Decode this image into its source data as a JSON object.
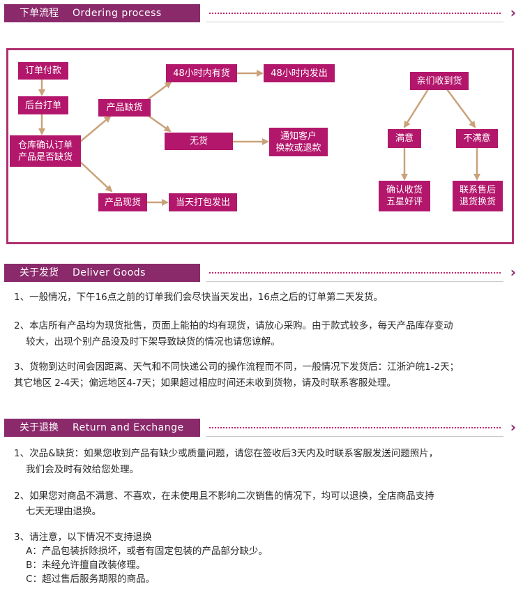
{
  "sections": {
    "ordering": {
      "zh": "下单流程",
      "en": "Ordering process"
    },
    "deliver": {
      "zh": "关于发货",
      "en": "Deliver Goods"
    },
    "return": {
      "zh": "关于退换",
      "en": "Return and Exchange"
    }
  },
  "flow": {
    "order_payment": "订单付款",
    "backend_print": "后台打单",
    "warehouse_check": "仓库确认订单\n产品是否缺货",
    "out_of_stock": "产品缺货",
    "in_stock_48h": "48小时内有货",
    "ship_48h": "48小时内发出",
    "no_stock": "无货",
    "notify_customer": "通知客户\n换款或退款",
    "in_stock": "产品现货",
    "ship_same_day": "当天打包发出",
    "received": "亲们收到货",
    "satisfied": "满意",
    "unsatisfied": "不满意",
    "confirm_review": "确认收货\n五星好评",
    "after_sales": "联系售后\n退货换货"
  },
  "deliver": {
    "p1": "1、一般情况，下午16点之前的订单我们会尽快当天发出，16点之后的订单第二天发货。",
    "p2_l1": "2、本店所有产品均为现货批售，页面上能拍的均有现货，请放心采购。由于款式较多，每天产品库存变动",
    "p2_l2": "    较大，出现个别产品没及时下架导致缺货的情况也请您谅解。",
    "p3_l1": "3、货物到达时间会因距离、天气和不同快递公司的操作流程而不同，一般情况下发货后：江浙沪皖1-2天；",
    "p3_l2": "其它地区 2-4天；偏远地区4-7天；如果超过相应时间还未收到货物，请及时联系客服处理。"
  },
  "return": {
    "p1_l1": "1、次品&缺货：如果您收到产品有缺少或质量问题，请您在签收后3天内及时联系客服发送问题照片，",
    "p1_l2": "    我们会及时有效给您处理。",
    "p2_l1": "2、如果您对商品不满意、不喜欢，在未使用且不影响二次销售的情况下，均可以退换，全店商品支持",
    "p2_l2": "    七天无理由退换。",
    "p3_l1": "3、请注意，以下情况不支持退换",
    "p3_a": "    A：产品包装拆除损坏，或者有固定包装的产品部分缺少。",
    "p3_b": "    B：未经允许擅自改装修理。",
    "p3_c": "    C：超过售后服务期限的商品。"
  }
}
